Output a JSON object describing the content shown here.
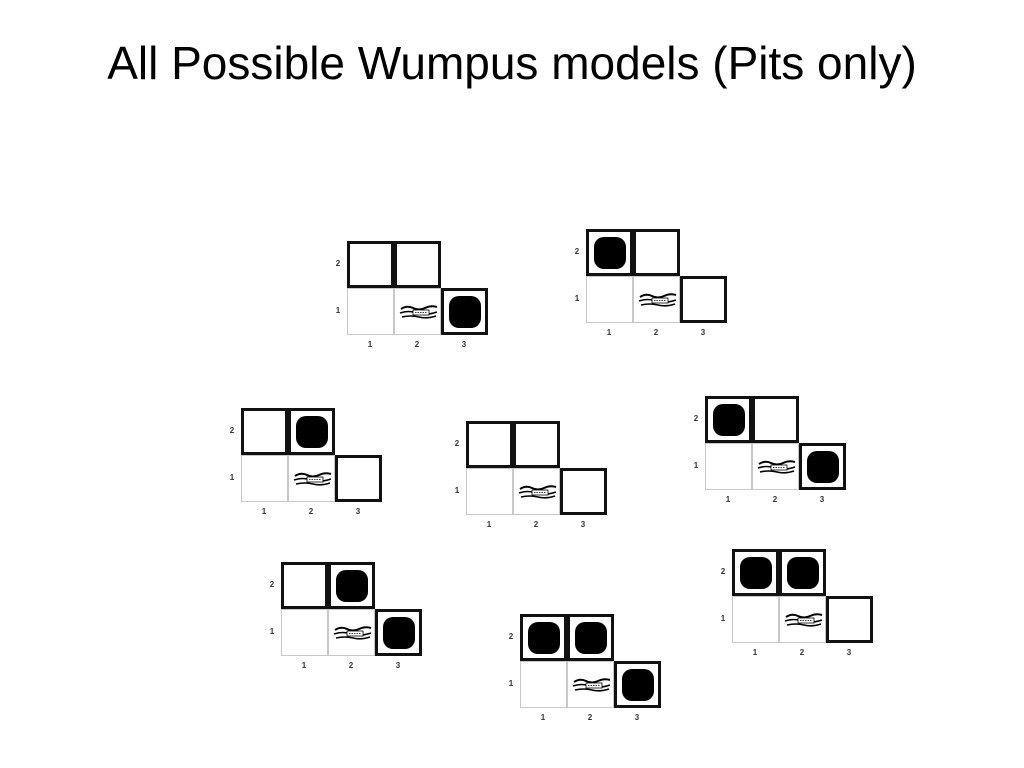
{
  "title": "All Possible Wumpus models (Pits only)",
  "grid": {
    "row_labels": [
      "2",
      "1"
    ],
    "col_labels": [
      "1",
      "2",
      "3"
    ],
    "breeze_icon": "breeze-icon",
    "pit_icon": "pit-icon"
  },
  "models": [
    {
      "name": "model-1",
      "pits": {
        "c12": false,
        "c22": false,
        "c31": true
      }
    },
    {
      "name": "model-2",
      "pits": {
        "c12": true,
        "c22": false,
        "c31": false
      }
    },
    {
      "name": "model-3",
      "pits": {
        "c12": false,
        "c22": true,
        "c31": false
      }
    },
    {
      "name": "model-4",
      "pits": {
        "c12": false,
        "c22": false,
        "c31": false
      }
    },
    {
      "name": "model-5",
      "pits": {
        "c12": true,
        "c22": false,
        "c31": true
      }
    },
    {
      "name": "model-6",
      "pits": {
        "c12": false,
        "c22": true,
        "c31": true
      }
    },
    {
      "name": "model-7",
      "pits": {
        "c12": true,
        "c22": true,
        "c31": true
      }
    },
    {
      "name": "model-8",
      "pits": {
        "c12": true,
        "c22": true,
        "c31": false
      }
    }
  ]
}
